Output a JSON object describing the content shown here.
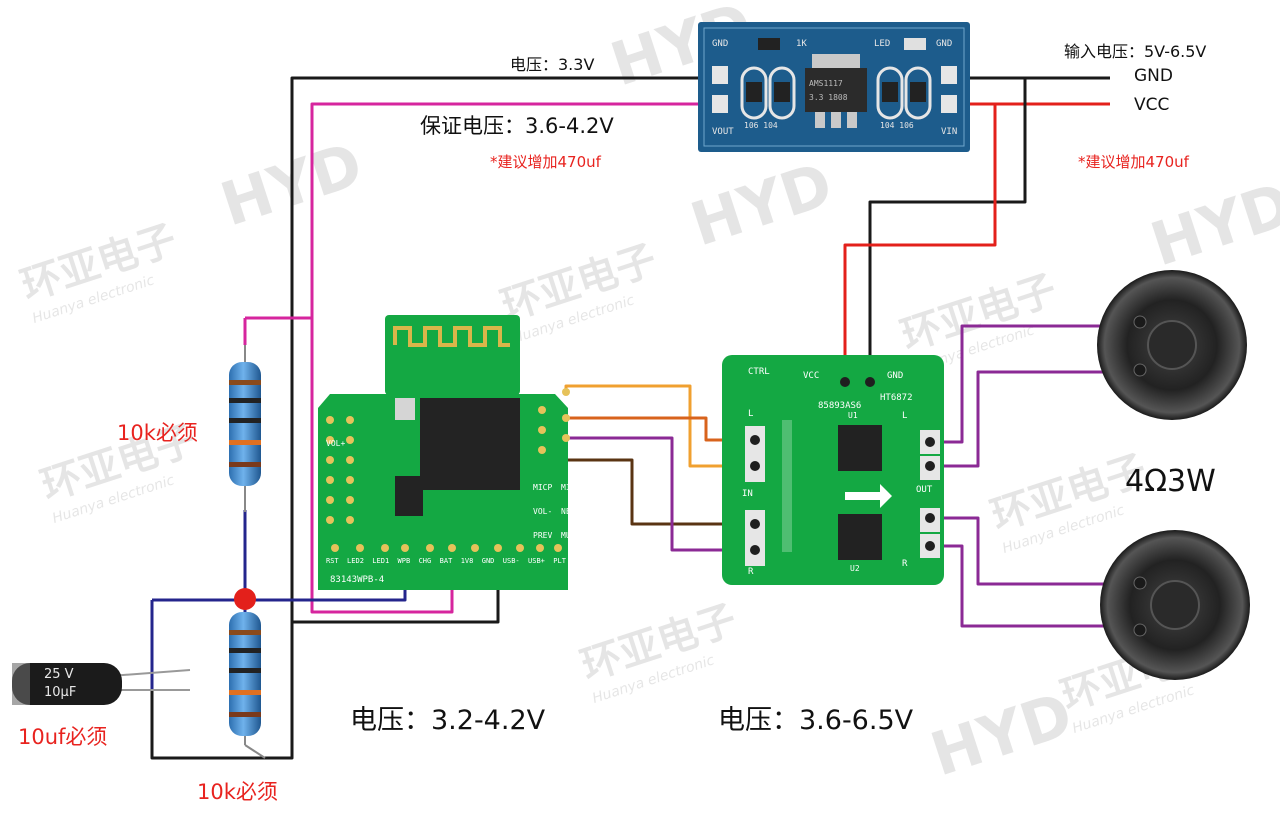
{
  "labels": {
    "ldo_output_voltage": "电压：3.3V",
    "input_voltage": "输入电压：5V-6.5V",
    "gnd": "GND",
    "vcc": "VCC",
    "guaranteed_voltage": "保证电压：3.6-4.2V",
    "cap_note_left": "*建议增加470uf",
    "cap_note_right": "*建议增加470uf",
    "resistor_top": "10k必须",
    "resistor_bottom": "10k必须",
    "capacitor": "10uf必须",
    "speaker_spec": "4Ω3W",
    "bt_voltage": "电压：3.2-4.2V",
    "amp_voltage": "电压：3.6-6.5V"
  },
  "ldo_board": {
    "silk_gnd": "GND",
    "silk_1k": "1K",
    "silk_led": "LED",
    "silk_vout": "VOUT",
    "silk_vin": "VIN",
    "chip_line1": "AMS1117",
    "chip_line2": "3.3  1808",
    "cap_left": "106 104",
    "cap_right": "104 106"
  },
  "bt_board": {
    "model": "83143WPB-4",
    "pins_bottom": [
      "RST",
      "LED2",
      "LED1",
      "WPB",
      "CHG",
      "BAT",
      "1V8",
      "GND",
      "USB-",
      "USB+",
      "PLT"
    ],
    "pins_right": [
      "MICP",
      "MICN",
      "VOL-",
      "NEXT",
      "PREV",
      "MUTE"
    ],
    "pin_vol": "VOL+"
  },
  "amp_board": {
    "ctrl": "CTRL",
    "vcc": "VCC",
    "gnd": "GND",
    "chip_id": "85893AS6",
    "model": "HT6872",
    "u1": "U1",
    "u2": "U2",
    "in": "IN",
    "out": "OUT",
    "l": "L",
    "r": "R"
  },
  "capacitor_print": {
    "voltage": "25 V",
    "value": "10μF"
  },
  "watermark": {
    "brand": "HYD",
    "cn": "环亚电子",
    "en": "Huanya electronic"
  },
  "colors": {
    "wire_black": "#1a1a1a",
    "wire_red": "#e3201b",
    "wire_magenta": "#d6259e",
    "wire_blue": "#24258c",
    "wire_orange": "#f0a030",
    "wire_dark_orange": "#d8631c",
    "wire_brown": "#5a3413",
    "wire_purple": "#8b2a95",
    "pcb_green": "#14a843",
    "pcb_blue": "#1d5c8c",
    "junction_red": "#e3201b"
  }
}
